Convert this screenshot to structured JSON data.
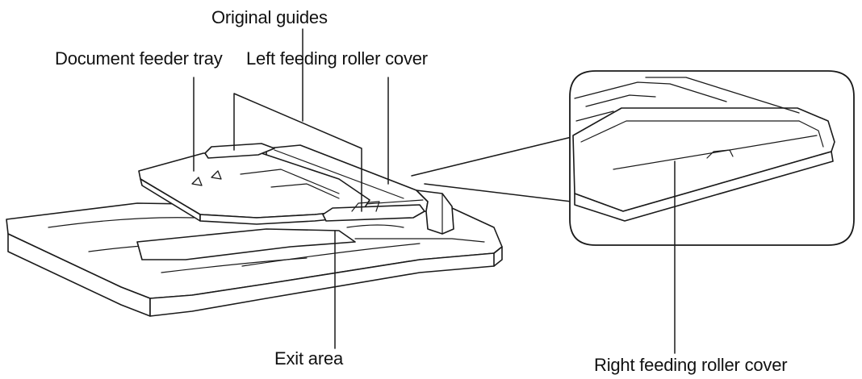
{
  "labels": {
    "original_guides": "Original guides",
    "document_feeder_tray": "Document feeder tray",
    "left_feeding_roller_cover": "Left feeding roller cover",
    "exit_area": "Exit area",
    "right_feeding_roller_cover": "Right feeding roller cover"
  },
  "style": {
    "line_color": "#1a1a1a",
    "fill_color": "#ffffff"
  }
}
